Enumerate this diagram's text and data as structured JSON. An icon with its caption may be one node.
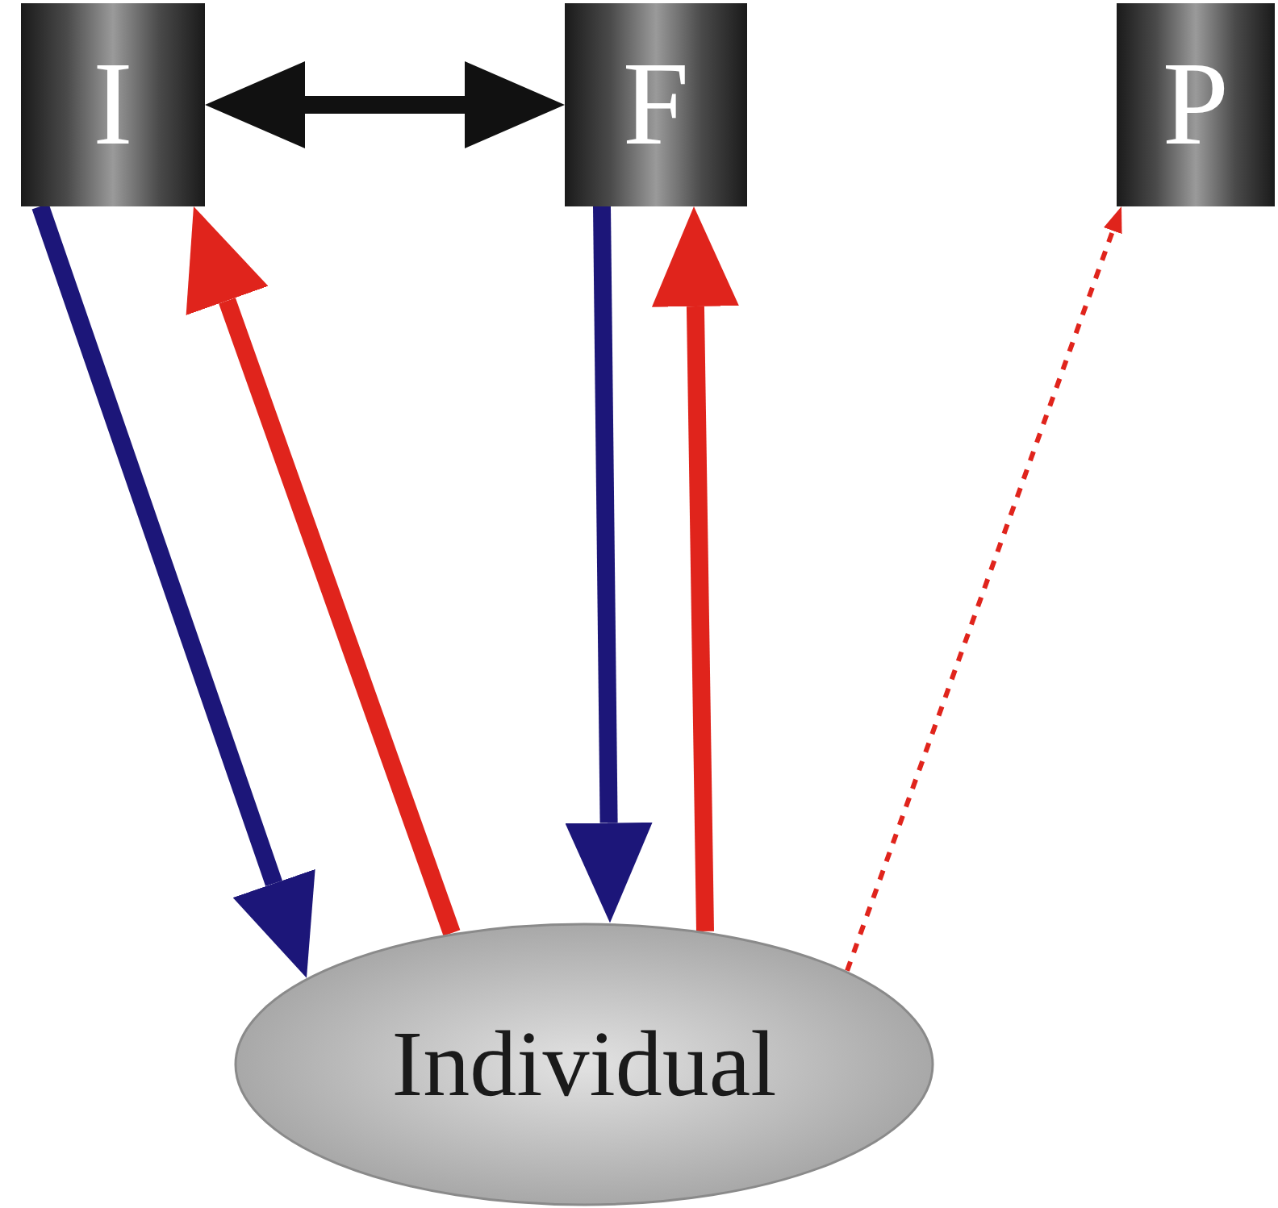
{
  "diagram": {
    "nodes": [
      {
        "text": [
          "I"
        ]
      },
      {
        "text": [
          "F"
        ]
      },
      {
        "text": [
          "P"
        ]
      },
      {
        "text": [
          "Individual"
        ]
      }
    ],
    "edges": [
      {
        "from": 0,
        "to": 1,
        "arrow": "both",
        "color": "#111111"
      },
      {
        "from": 0,
        "to": 3,
        "arrow": "to",
        "color": "#1c1679"
      },
      {
        "from": 3,
        "to": 0,
        "arrow": "to",
        "color": "#e0241c"
      },
      {
        "from": 1,
        "to": 3,
        "arrow": "to",
        "color": "#1c1679"
      },
      {
        "from": 3,
        "to": 1,
        "arrow": "to",
        "color": "#e0241c"
      },
      {
        "from": 3,
        "to": 2,
        "arrow": "to",
        "style": "dashed",
        "color": "#e0241c"
      }
    ]
  }
}
